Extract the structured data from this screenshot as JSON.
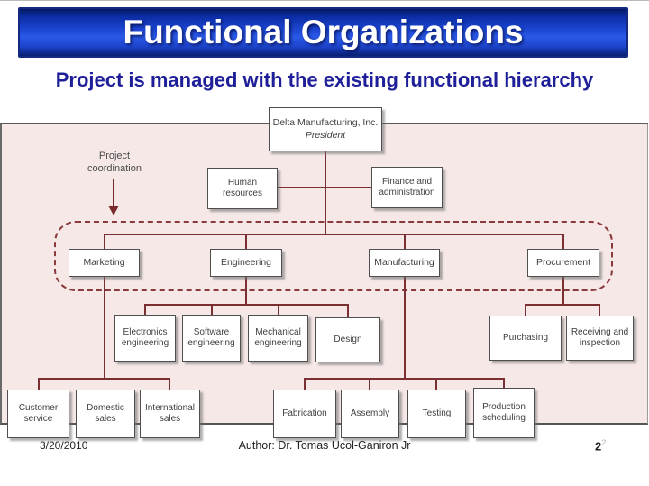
{
  "slide": {
    "title": "Functional Organizations",
    "subtitle": "Project is managed with the existing functional hierarchy",
    "footer": {
      "date": "3/20/2010",
      "author": "Author: Dr. Tomas Ucol-Ganiron Jr",
      "page": "2",
      "page_superscript": "2"
    }
  },
  "annotation": {
    "line1": "Project",
    "line2": "coordination"
  },
  "org": {
    "root": {
      "company": "Delta Manufacturing, Inc.",
      "title": "President"
    },
    "staff": [
      "Human resources",
      "Finance and administration"
    ],
    "departments": [
      "Marketing",
      "Engineering",
      "Manufacturing",
      "Procurement"
    ],
    "marketing_children": [
      "Customer service",
      "Domestic sales",
      "International sales"
    ],
    "engineering_children": [
      "Electronics engineering",
      "Software engineering",
      "Mechanical engineering",
      "Design"
    ],
    "manufacturing_children": [
      "Fabrication",
      "Assembly",
      "Testing",
      "Production scheduling"
    ],
    "procurement_children": [
      "Purchasing",
      "Receiving and inspection"
    ]
  },
  "colors": {
    "banner_blue": "#1b44d0",
    "subtitle_blue": "#1f1f99",
    "panel_pink": "#f6e8e7",
    "connector_maroon": "#7a3032",
    "dashed_boundary": "#8a3a3a"
  }
}
